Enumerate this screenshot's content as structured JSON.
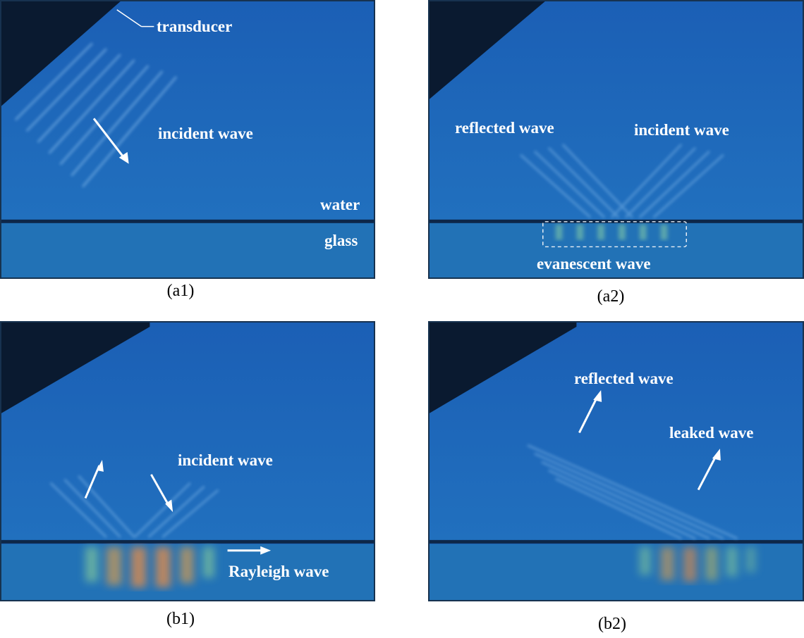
{
  "panels": {
    "a1": {
      "caption": "(a1)",
      "labels": {
        "transducer": "transducer",
        "incident": "incident wave",
        "water": "water",
        "glass": "glass"
      }
    },
    "a2": {
      "caption": "(a2)",
      "labels": {
        "reflected": "reflected wave",
        "incident": "incident wave",
        "evanescent": "evanescent wave"
      }
    },
    "b1": {
      "caption": "(b1)",
      "labels": {
        "incident": "incident wave",
        "rayleigh": "Rayleigh wave"
      }
    },
    "b2": {
      "caption": "(b2)",
      "labels": {
        "reflected": "reflected wave",
        "leaked": "leaked wave"
      }
    }
  },
  "colors": {
    "water": "#1e64b8",
    "glass": "#1f73b4",
    "interface": "#0d2748",
    "transducer": "#0a1a30",
    "label": "#ffffff",
    "rayleigh_warm": "#d08a55"
  }
}
